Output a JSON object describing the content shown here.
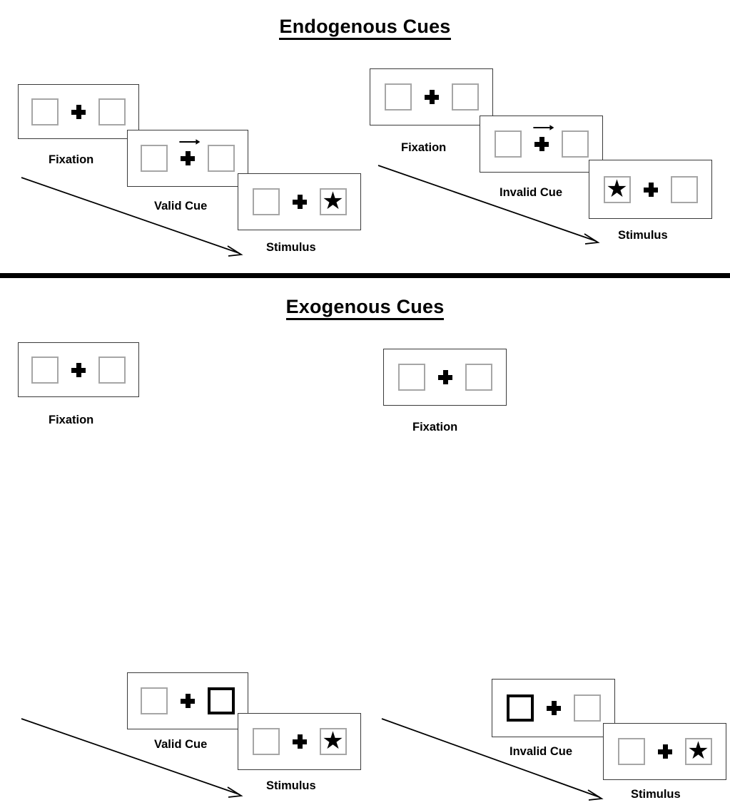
{
  "figure": {
    "type": "posner-cueing-paradigm",
    "sections": [
      {
        "id": "endogenous",
        "title": "Endogenous Cues",
        "cue_type": "central-arrow",
        "sequences": [
          {
            "id": "endogenous-valid",
            "condition": "valid",
            "panels": [
              {
                "label": "Fixation",
                "cue": "none",
                "cued_side": "none",
                "stimulus_side": "none"
              },
              {
                "label": "Valid Cue",
                "cue": "arrow-right",
                "cued_side": "right",
                "stimulus_side": "none"
              },
              {
                "label": "Stimulus",
                "cue": "none",
                "cued_side": "none",
                "stimulus_side": "right"
              }
            ]
          },
          {
            "id": "endogenous-invalid",
            "condition": "invalid",
            "panels": [
              {
                "label": "Fixation",
                "cue": "none",
                "cued_side": "none",
                "stimulus_side": "none"
              },
              {
                "label": "Invalid Cue",
                "cue": "arrow-right",
                "cued_side": "right",
                "stimulus_side": "none"
              },
              {
                "label": "Stimulus",
                "cue": "none",
                "cued_side": "none",
                "stimulus_side": "left"
              }
            ]
          }
        ]
      },
      {
        "id": "exogenous",
        "title": "Exogenous Cues",
        "cue_type": "peripheral-box-flash",
        "sequences": [
          {
            "id": "exogenous-valid",
            "condition": "valid",
            "panels": [
              {
                "label": "Fixation",
                "cue": "none",
                "cued_side": "none",
                "stimulus_side": "none"
              },
              {
                "label": "Valid Cue",
                "cue": "box-highlight",
                "cued_side": "right",
                "stimulus_side": "none"
              },
              {
                "label": "Stimulus",
                "cue": "none",
                "cued_side": "none",
                "stimulus_side": "right"
              }
            ]
          },
          {
            "id": "exogenous-invalid",
            "condition": "invalid",
            "panels": [
              {
                "label": "Fixation",
                "cue": "none",
                "cued_side": "none",
                "stimulus_side": "none"
              },
              {
                "label": "Invalid Cue",
                "cue": "box-highlight",
                "cued_side": "left",
                "stimulus_side": "none"
              },
              {
                "label": "Stimulus",
                "cue": "none",
                "cued_side": "none",
                "stimulus_side": "right"
              }
            ]
          }
        ]
      }
    ],
    "glyphs": {
      "fixation": "fixation-cross",
      "target": "★",
      "cue_arrow": "arrow-right-icon",
      "time_arrow": "time-progression-arrow"
    },
    "colors": {
      "ink": "#000000",
      "panel_border": "#3a3a3a",
      "box_border": "#a6a6a6",
      "cued_box_border": "#000000",
      "background": "#ffffff"
    }
  }
}
